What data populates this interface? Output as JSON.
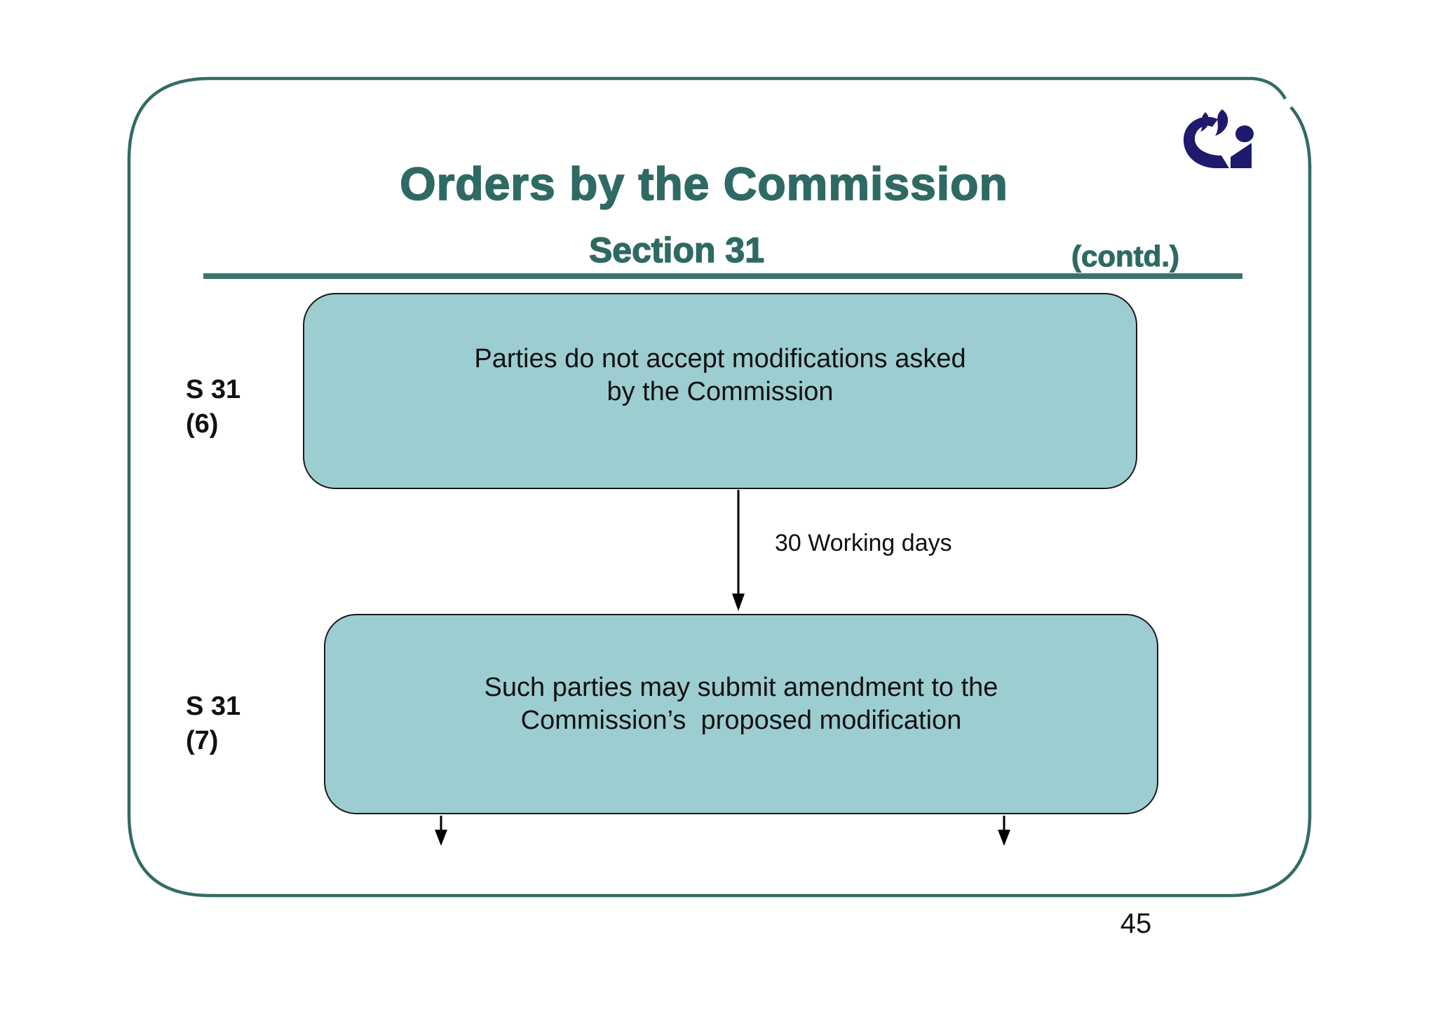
{
  "slide": {
    "title": "Orders by the Commission",
    "subtitle": "Section 31",
    "continuation": "(contd.)",
    "page_number": "45",
    "logo_name": "cci-logo"
  },
  "flowchart": {
    "step1": {
      "section_label": "S 31\n(6)",
      "text": "Parties do not accept modifications asked\nby the Commission"
    },
    "connector": {
      "label": "30 Working days"
    },
    "step2": {
      "section_label": "S 31\n(7)",
      "text": "Such parties may submit amendment to the\nCommission’s  proposed modification"
    }
  },
  "colors": {
    "accent_teal": "#2e6a63",
    "divider_teal": "#3a726d",
    "frame_teal": "#336b66",
    "box_fill": "#9ccdd1",
    "box_border": "#1a1a1a",
    "logo_navy": "#1e1a6e",
    "text_black": "#111111"
  }
}
